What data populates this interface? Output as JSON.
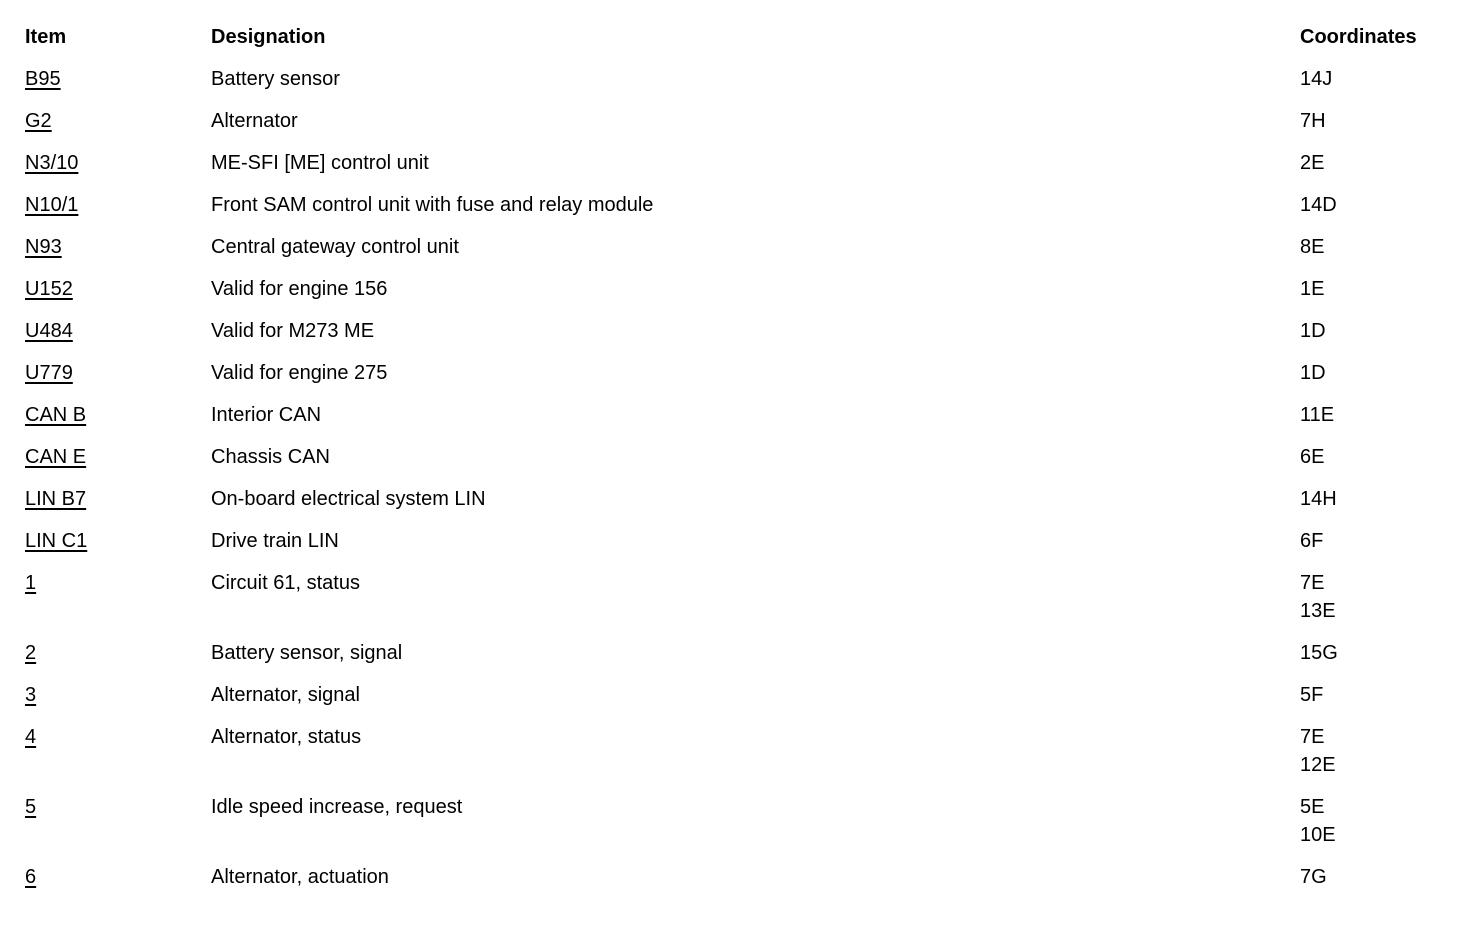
{
  "table": {
    "headers": {
      "item": "Item",
      "designation": "Designation",
      "coordinates": "Coordinates"
    },
    "rows": [
      {
        "item": "B95",
        "designation": "Battery sensor",
        "coordinates": [
          "14J"
        ]
      },
      {
        "item": "G2",
        "designation": "Alternator",
        "coordinates": [
          "7H"
        ]
      },
      {
        "item": "N3/10",
        "designation": "ME-SFI [ME] control unit",
        "coordinates": [
          "2E"
        ]
      },
      {
        "item": "N10/1",
        "designation": "Front SAM control unit with fuse and relay module",
        "coordinates": [
          "14D"
        ]
      },
      {
        "item": "N93",
        "designation": "Central gateway control unit",
        "coordinates": [
          "8E"
        ]
      },
      {
        "item": "U152",
        "designation": "Valid for engine 156",
        "coordinates": [
          "1E"
        ]
      },
      {
        "item": "U484",
        "designation": "Valid for M273 ME",
        "coordinates": [
          "1D"
        ]
      },
      {
        "item": "U779",
        "designation": "Valid for engine 275",
        "coordinates": [
          "1D"
        ]
      },
      {
        "item": "CAN B",
        "designation": "Interior CAN",
        "coordinates": [
          "11E"
        ]
      },
      {
        "item": "CAN E",
        "designation": "Chassis CAN",
        "coordinates": [
          "6E"
        ]
      },
      {
        "item": "LIN B7",
        "designation": "On-board electrical system LIN",
        "coordinates": [
          "14H"
        ]
      },
      {
        "item": "LIN C1",
        "designation": "Drive train LIN",
        "coordinates": [
          "6F"
        ]
      },
      {
        "item": "1",
        "designation": "Circuit 61, status",
        "coordinates": [
          "7E",
          "13E"
        ]
      },
      {
        "item": "2",
        "designation": "Battery sensor, signal",
        "coordinates": [
          "15G"
        ]
      },
      {
        "item": "3",
        "designation": "Alternator, signal",
        "coordinates": [
          "5F"
        ]
      },
      {
        "item": "4",
        "designation": "Alternator, status",
        "coordinates": [
          "7E",
          "12E"
        ]
      },
      {
        "item": "5",
        "designation": "Idle speed increase, request",
        "coordinates": [
          "5E",
          "10E"
        ]
      },
      {
        "item": "6",
        "designation": "Alternator, actuation",
        "coordinates": [
          "7G"
        ]
      }
    ]
  },
  "colors": {
    "background": "#ffffff",
    "text": "#000000"
  }
}
